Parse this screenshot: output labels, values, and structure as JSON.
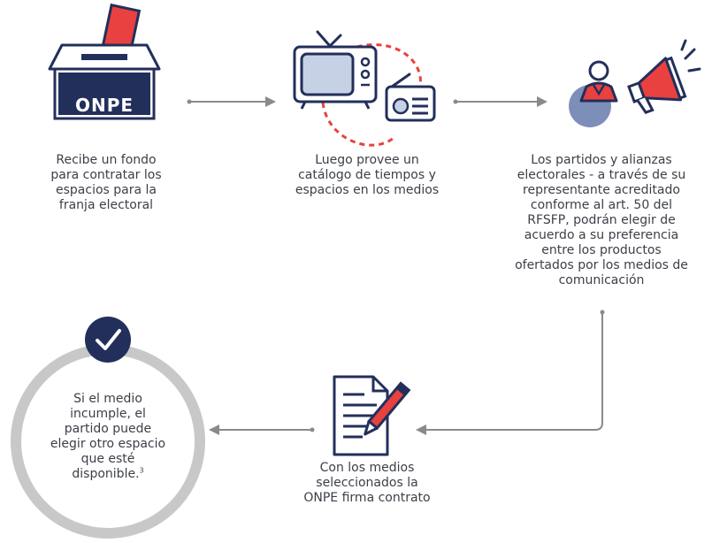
{
  "colors": {
    "navy": "#232f5b",
    "red": "#e8413f",
    "gray_line": "#8a8a8a",
    "ring_gray": "#c8c8c8",
    "avatar_blue": "#7d8fb8"
  },
  "steps": {
    "step1": {
      "icon": "ballot-box-icon",
      "box_label": "ONPE",
      "caption_lines": [
        "Recibe un fondo",
        "para contratar los",
        "espacios para la",
        "franja electoral"
      ]
    },
    "step2": {
      "icon": "tv-radio-icon",
      "caption_lines": [
        "Luego provee un",
        "catálogo de tiempos y",
        "espacios en los medios"
      ]
    },
    "step3": {
      "icon": "person-megaphone-icon",
      "caption_lines": [
        "Los partidos y alianzas",
        "electorales - a través de su",
        "representante acreditado",
        "conforme al art. 50 del",
        "RFSFP, podrán elegir de",
        "acuerdo a su preferencia",
        "entre los productos",
        "ofertados por los medios de",
        "comunicación"
      ]
    },
    "step4": {
      "icon": "contract-pen-icon",
      "caption_lines": [
        "Con los medios",
        "seleccionados la",
        "ONPE firma contrato"
      ]
    },
    "step5": {
      "icon": "checkmark-icon",
      "caption_lines": [
        "Si el medio",
        "incumple, el",
        "partido puede",
        "elegir otro espacio",
        "que esté",
        "disponible."
      ],
      "footnote": "3"
    }
  }
}
